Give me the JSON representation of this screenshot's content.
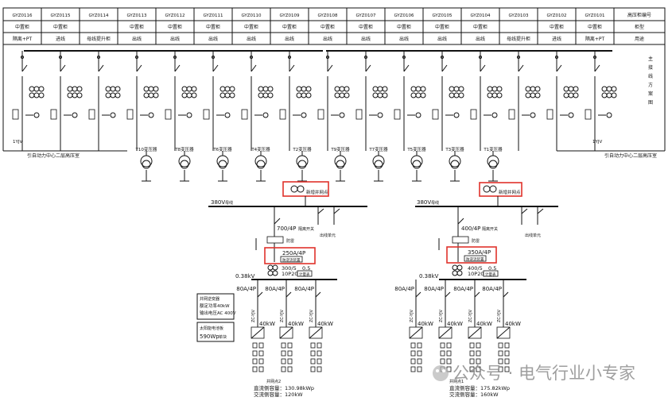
{
  "table": {
    "header_cells": [
      "GYZ0116",
      "GYZ0115",
      "GYZ0114",
      "GYZ0113",
      "GYZ0112",
      "GYZ0111",
      "GYZ0110",
      "GYZ0109",
      "GYZ0108",
      "GYZ0107",
      "GYZ0106",
      "GYZ0105",
      "GYZ0104",
      "GYZ0103",
      "GYZ0102",
      "GYZ0101"
    ],
    "row2_cells": [
      "中置柜",
      "中置柜",
      "",
      "中置柜",
      "中置柜",
      "中置柜",
      "中置柜",
      "中置柜",
      "中置柜",
      "中置柜",
      "中置柜",
      "中置柜",
      "中置柜",
      "",
      "中置柜",
      "中置柜"
    ],
    "row3_cells": [
      "隔离+PT",
      "进线",
      "母线提升柜",
      "出线",
      "出线",
      "出线",
      "出线",
      "出线",
      "出线",
      "出线",
      "出线",
      "出线",
      "出线",
      "母线提升柜",
      "进线",
      "隔离+PT"
    ],
    "right_labels": [
      "高压柜编号",
      "柜型",
      "用途"
    ]
  },
  "side_text": "主接线方案图",
  "source_left": "引自动力中心二层高压室",
  "source_right": "引自动力中心二层高压室",
  "source_left_cable": "1YJV",
  "source_right_cable": "1YJV",
  "transformers": [
    "T10变压器",
    "T8变压器",
    "T6变压器",
    "T4变压器",
    "T2变压器",
    "T9变压器",
    "T7变压器",
    "T5变压器",
    "T3变压器",
    "T1变压器"
  ],
  "left_system": {
    "bus_voltage": "380V",
    "bus_suffix": "母线",
    "grid_point_label": "新增并网点",
    "feeder_switch": "700/4P",
    "feeder_switch_note": "隔离开关",
    "outgoing_label": "出线单元",
    "breaker": "250A/4P",
    "breaker_note": "防逆流装置",
    "ct_ratio": "300/5",
    "ct_accuracy": "0.5",
    "ct_class": "10P20",
    "ct_note": "计量表",
    "pv_bus": "0.38kV",
    "branch_ratings": [
      "80A/4P",
      "80A/4P",
      "80A/4P"
    ],
    "cable_labels": [
      "ZC-YJV",
      "ZC-YJV",
      "ZC-YJV"
    ],
    "inverter_power": [
      "40kW",
      "40kW",
      "40kW"
    ],
    "array_name": "并网点2",
    "dc_capacity": "直流侧容量：130.98kWp",
    "ac_capacity": "交流侧容量：120kW"
  },
  "right_system": {
    "bus_voltage": "380V",
    "bus_suffix": "母线",
    "grid_point_label": "新增并网点",
    "feeder_switch": "400/4P",
    "feeder_switch_note": "隔离开关",
    "outgoing_label": "出线单元",
    "breaker": "350A/4P",
    "breaker_note": "防逆流装置",
    "ct_ratio": "400/5",
    "ct_accuracy": "0.5",
    "ct_class": "10P20",
    "ct_note": "计量表",
    "pv_bus": "0.38kV",
    "branch_ratings": [
      "80A/4P",
      "80A/4P",
      "80A/4P",
      "80A/4P"
    ],
    "cable_labels": [
      "ZC-YJV",
      "ZC-YJV",
      "ZC-YJV",
      "ZC-YJV"
    ],
    "inverter_power": [
      "40kW",
      "40kW",
      "40kW",
      "40kW"
    ],
    "array_name": "并网点1",
    "dc_capacity": "直流侧容量：175.82kWp",
    "ac_capacity": "交流侧容量：160kW"
  },
  "legend": {
    "inverter_title": "并网逆变器",
    "inverter_power": "额定功率40kW",
    "inverter_output": "输出电压AC 400V",
    "module_title": "太阳能电池板",
    "module_power": "590Wp"
  },
  "watermark": "公众号 · 电气行业小专家",
  "highlight_color": "#e0322b"
}
